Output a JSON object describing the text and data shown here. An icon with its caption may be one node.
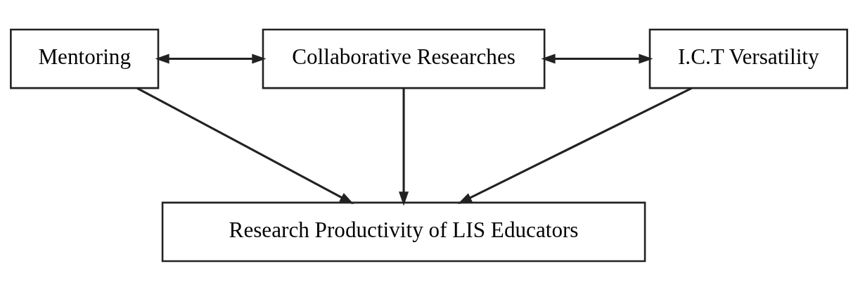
{
  "diagram": {
    "nodes": [
      {
        "text": [
          "Mentoring"
        ]
      },
      {
        "text": [
          "Collaborative Researches"
        ]
      },
      {
        "text": [
          "I.C.T Versatility"
        ]
      },
      {
        "text": [
          "Research Productivity of LIS Educators"
        ]
      }
    ],
    "edges": [
      {
        "from": 0,
        "to": 1,
        "arrow": "both"
      },
      {
        "from": 1,
        "to": 2,
        "arrow": "both"
      },
      {
        "from": 0,
        "to": 3,
        "arrow": "to"
      },
      {
        "from": 1,
        "to": 3,
        "arrow": "to"
      },
      {
        "from": 2,
        "to": 3,
        "arrow": "to"
      }
    ]
  }
}
